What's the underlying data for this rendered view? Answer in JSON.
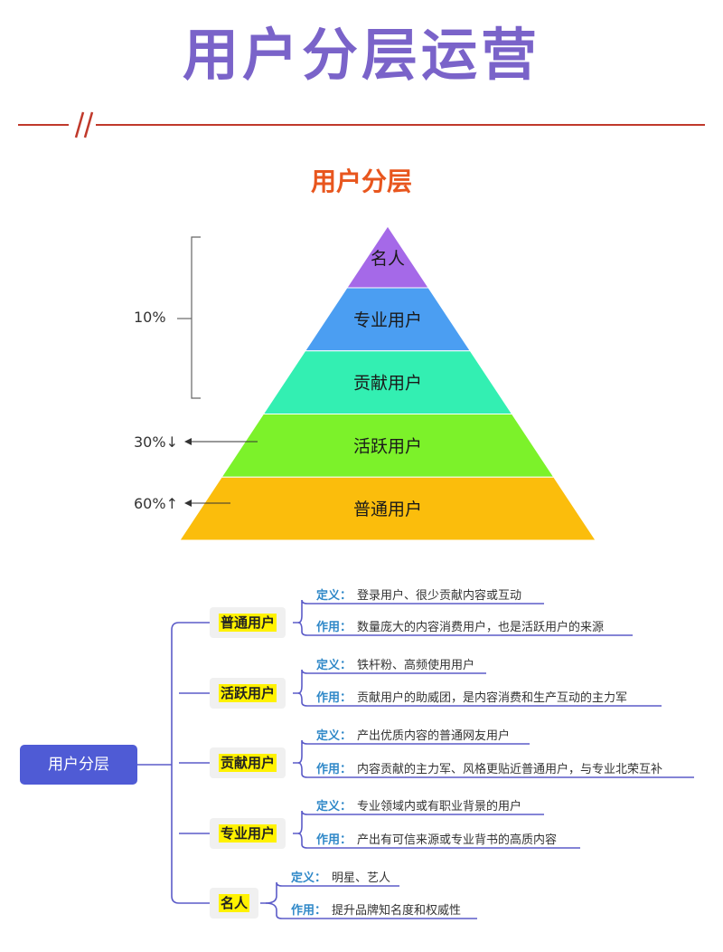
{
  "header": {
    "title": "用户分层运营"
  },
  "section": {
    "title": "用户分层"
  },
  "pyramid": {
    "levels": [
      {
        "label": "名人",
        "color": "#a569e8"
      },
      {
        "label": "专业用户",
        "color": "#4b9ef2"
      },
      {
        "label": "贡献用户",
        "color": "#33efb2"
      },
      {
        "label": "活跃用户",
        "color": "#7cf22a"
      },
      {
        "label": "普通用户",
        "color": "#fbbd0c"
      }
    ],
    "percentages": {
      "top": "10%",
      "active": "30%↓",
      "normal": "60%↑"
    }
  },
  "mindmap": {
    "root": "用户分层",
    "definition_key": "定义：",
    "role_key": "作用：",
    "nodes": [
      {
        "name": "普通用户",
        "definition": "登录用户、很少贡献内容或互动",
        "role": "数量庞大的内容消费用户，也是活跃用户的来源"
      },
      {
        "name": "活跃用户",
        "definition": "铁杆粉、高频使用用户",
        "role": "贡献用户的助威团，是内容消费和生产互动的主力军"
      },
      {
        "name": "贡献用户",
        "definition": "产出优质内容的普通网友用户",
        "role": "内容贡献的主力军、风格更贴近普通用户，与专业北荣互补"
      },
      {
        "name": "专业用户",
        "definition": "专业领域内或有职业背景的用户",
        "role": "产出有可信来源或专业背书的高质内容"
      },
      {
        "name": "名人",
        "definition": "明星、艺人",
        "role": "提升品牌知名度和权威性"
      }
    ]
  }
}
